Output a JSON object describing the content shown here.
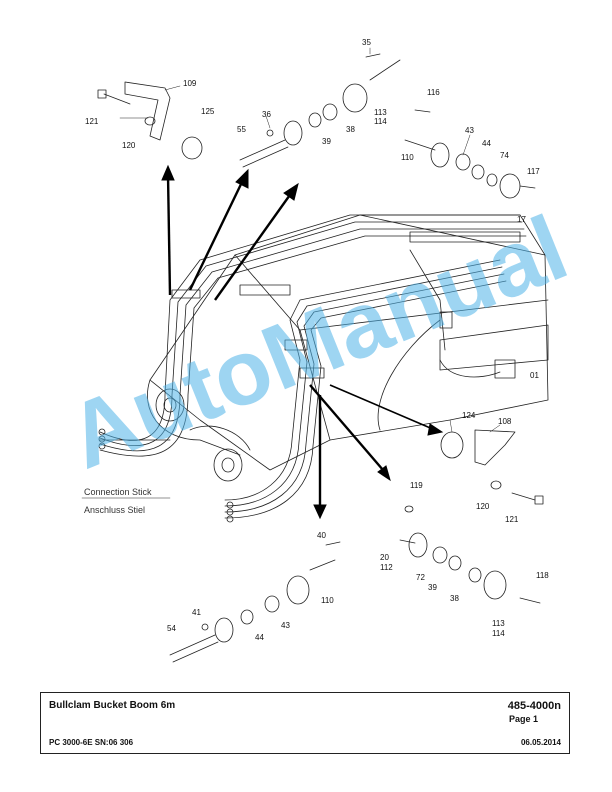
{
  "watermark": "AutoManual",
  "legend": {
    "en": "Connection Stick",
    "de": "Anschluss Stiel"
  },
  "parts": {
    "p35": "35",
    "p109": "109",
    "p121a": "121",
    "p120a": "120",
    "p125": "125",
    "p36": "36",
    "p55": "55",
    "p39a": "39",
    "p38a": "38",
    "p113a": "113",
    "p114a": "114",
    "p116": "116",
    "p43a": "43",
    "p44a": "44",
    "p74": "74",
    "p110a": "110",
    "p117": "117",
    "p17": "17",
    "p01": "01",
    "p124": "124",
    "p108": "108",
    "p119": "119",
    "p120b": "120",
    "p121b": "121",
    "p40": "40",
    "p20": "20",
    "p112": "112",
    "p72": "72",
    "p39b": "39",
    "p38b": "38",
    "p118": "118",
    "p113b": "113",
    "p114b": "114",
    "p110b": "110",
    "p41": "41",
    "p54": "54",
    "p44b": "44",
    "p43b": "43"
  },
  "titleblock": {
    "title": "Bullclam Bucket Boom 6m",
    "number": "485-4000n",
    "page": "Page 1",
    "model": "PC 3000-6E SN:06 306",
    "date": "06.05.2014"
  }
}
